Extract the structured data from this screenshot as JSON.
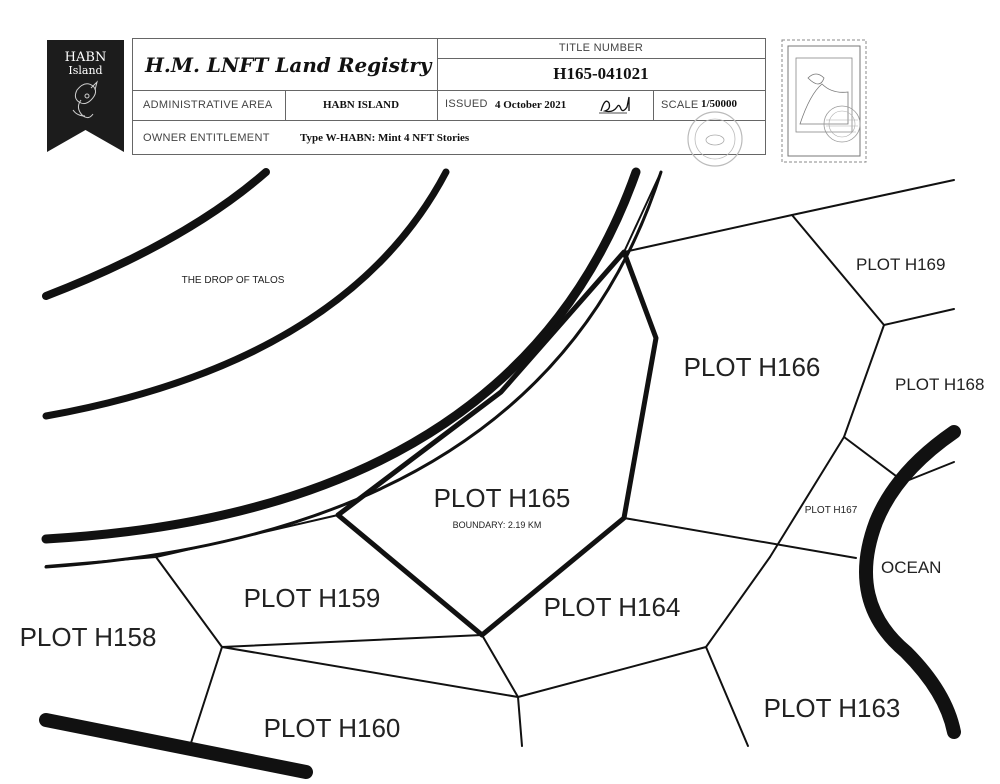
{
  "banner": {
    "line1": "HABN",
    "line2": "Island"
  },
  "header": {
    "registry_title": "H.M. LNFT Land Registry",
    "title_number_label": "TITLE NUMBER",
    "title_number": "H165-041021",
    "admin_area_label": "ADMINISTRATIVE AREA",
    "admin_area": "HABN ISLAND",
    "issued_label": "ISSUED",
    "issued_date": "4 October 2021",
    "scale_label": "SCALE",
    "scale": "1/50000",
    "owner_label": "OWNER ENTITLEMENT",
    "owner_value": "Type W-HABN: Mint 4 NFT Stories"
  },
  "map": {
    "area_label": "THE DROP OF TALOS",
    "ocean_label": "OCEAN",
    "boundary_note": "BOUNDARY: 2.19 KM",
    "plots": {
      "h165": "PLOT H165",
      "h166": "PLOT H166",
      "h159": "PLOT H159",
      "h164": "PLOT H164",
      "h158": "PLOT H158",
      "h160": "PLOT H160",
      "h163": "PLOT H163",
      "h167": "PLOT H167",
      "h169": "PLOT H169",
      "h168": "PLOT H168"
    }
  },
  "colors": {
    "ink": "#111111",
    "banner": "#1c1c1c",
    "rule": "#666666"
  }
}
